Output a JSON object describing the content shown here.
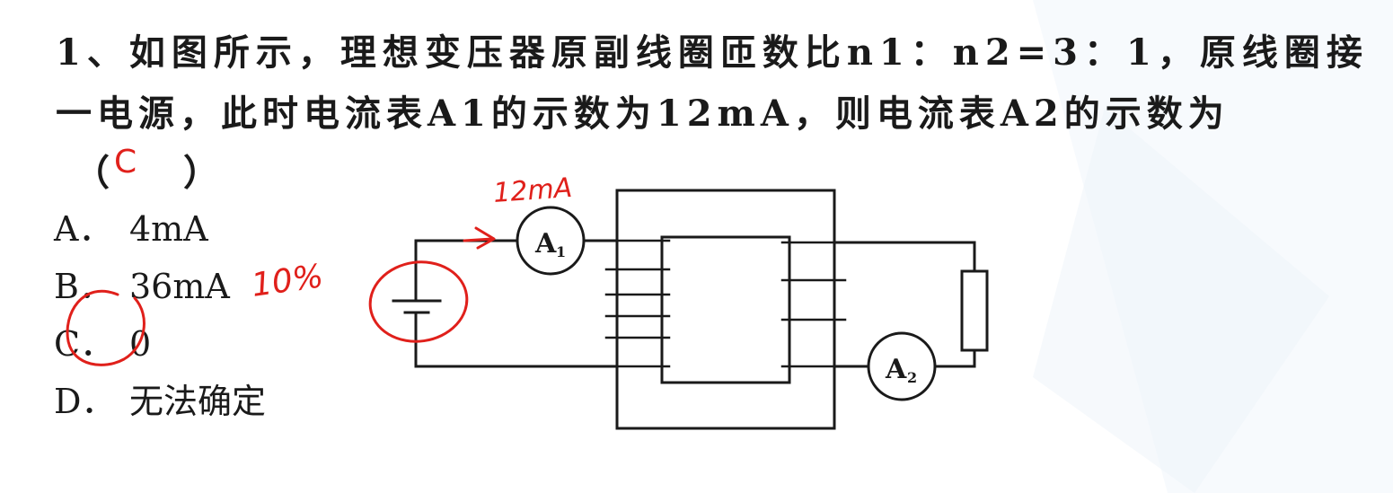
{
  "question": {
    "line1": "1、如图所示，理想变压器原副线圈匝数比n1：n2=3：1，原线圈接",
    "line2": "一电源，此时电流表A1的示数为12mA，则电流表A2的示数为",
    "paren_open": "（",
    "paren_close": "）",
    "answer_mark": "C"
  },
  "options": [
    {
      "label": "A．",
      "text": "4mA"
    },
    {
      "label": "B．",
      "text": "36mA"
    },
    {
      "label": "C．",
      "text": "0"
    },
    {
      "label": "D．",
      "text": "无法确定"
    }
  ],
  "circuit": {
    "ammeter1_letter": "A",
    "ammeter1_sub": "1",
    "ammeter2_letter": "A",
    "ammeter2_sub": "2"
  },
  "annotations": {
    "current_note": "12mA",
    "percent_note": "10%"
  },
  "colors": {
    "ink": "#1a1a1a",
    "annotation_red": "#e0201b"
  }
}
